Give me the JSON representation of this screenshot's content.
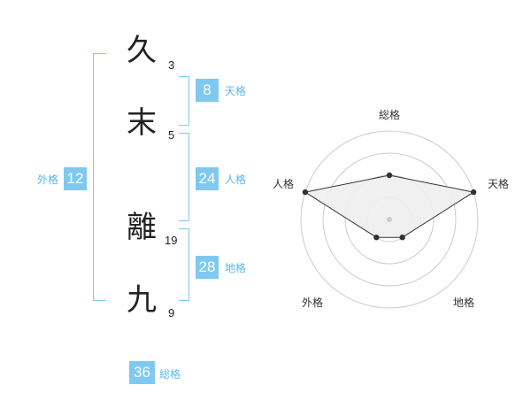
{
  "name": {
    "chars": [
      {
        "char": "久",
        "strokes": "3"
      },
      {
        "char": "末",
        "strokes": "5"
      },
      {
        "char": "離",
        "strokes": "19"
      },
      {
        "char": "九",
        "strokes": "9"
      }
    ]
  },
  "fortune": {
    "tenkaku": {
      "value": "8",
      "label": "天格"
    },
    "jinkaku": {
      "value": "24",
      "label": "人格"
    },
    "chikaku": {
      "value": "28",
      "label": "地格"
    },
    "gaikaku": {
      "value": "12",
      "label": "外格"
    },
    "soukaku": {
      "value": "36",
      "label": "総格"
    }
  },
  "radar": {
    "axes": [
      "総格",
      "天格",
      "地格",
      "外格",
      "人格"
    ],
    "rings": 4,
    "max_level": 4,
    "levels": [
      2,
      4,
      1,
      1,
      4
    ],
    "fill_color": "#eeeeee",
    "line_color": "#333333",
    "ring_color": "#cccccc"
  },
  "colors": {
    "accent": "#7fc9f1",
    "label": "#59b7ea"
  }
}
